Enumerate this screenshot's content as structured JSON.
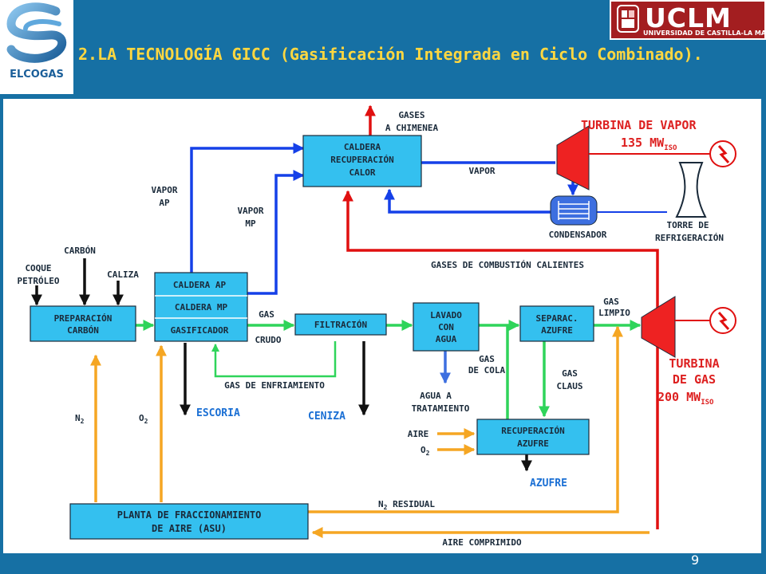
{
  "header": {
    "title": "2.LA TECNOLOGÍA GICC (Gasificación Integrada en Ciclo Combinado).",
    "logo_left": "ELCOGAS",
    "logo_right": "UCLM",
    "logo_right_sub": "UNIVERSIDAD DE CASTILLA-LA MANCHA",
    "page_number": "9"
  },
  "colors": {
    "background": "#1670a4",
    "panel": "#ffffff",
    "box_fill": "#34c0ef",
    "steam": "#1540e8",
    "hot_gas": "#e01010",
    "gas": "#2fd45a",
    "air_n2": "#f5a623",
    "waste": "#111111",
    "water": "#3d6fe0",
    "turbine": "#ee2222",
    "title": "#ffd740"
  },
  "boxes": {
    "caldera_recup": [
      "CALDERA",
      "RECUPERACIÓN",
      "CALOR"
    ],
    "preparacion": [
      "PREPARACIÓN",
      "CARBÓN"
    ],
    "caldera_ap": "CALDERA AP",
    "caldera_mp": "CALDERA MP",
    "gasificador": "GASIFICADOR",
    "filtracion": "FILTRACIÓN",
    "lavado": [
      "LAVADO",
      "CON",
      "AGUA"
    ],
    "separac": [
      "SEPARAC.",
      "AZUFRE"
    ],
    "recup_azufre": [
      "RECUPERACIÓN",
      "AZUFRE"
    ],
    "asu": [
      "PLANTA DE FRACCIONAMIENTO",
      "DE AIRE (ASU)"
    ]
  },
  "labels": {
    "gases_chimenea": [
      "GASES",
      "A CHIMENEA"
    ],
    "vapor": "VAPOR",
    "vapor_ap": [
      "VAPOR",
      "AP"
    ],
    "vapor_mp": [
      "VAPOR",
      "MP"
    ],
    "condensador": "CONDENSADOR",
    "torre": [
      "TORRE  DE",
      "REFRIGERACIÓN"
    ],
    "gases_combustion": "GASES DE COMBUSTIÓN CALIENTES",
    "carbon": "CARBÓN",
    "coque": [
      "COQUE",
      "PETRÓLEO"
    ],
    "caliza": "CALIZA",
    "gas_crudo": [
      "GAS",
      "CRUDO"
    ],
    "gas_limpio": [
      "GAS",
      "LIMPIO"
    ],
    "gas_de_cola": [
      "GAS",
      "DE COLA"
    ],
    "gas_claus": [
      "GAS",
      "CLAUS"
    ],
    "gas_enfriamiento": "GAS DE ENFRIAMIENTO",
    "escoria": "ESCORIA",
    "ceniza": "CENIZA",
    "agua_tratamiento": [
      "AGUA A",
      "TRATAMIENTO"
    ],
    "aire": "AIRE",
    "o2_recup": "O",
    "azufre": "AZUFRE",
    "n2": "N",
    "o2": "O",
    "sub2": "2",
    "n2_residual": "N",
    "n2_residual_rest": " RESIDUAL",
    "aire_comprimido": "AIRE  COMPRIMIDO",
    "turbina_vapor": "TURBINA  DE VAPOR",
    "turbina_vapor_power": "135 MW",
    "turbina_gas": [
      "TURBINA",
      "DE GAS"
    ],
    "turbina_gas_power": "200 MW",
    "iso": "ISO"
  }
}
